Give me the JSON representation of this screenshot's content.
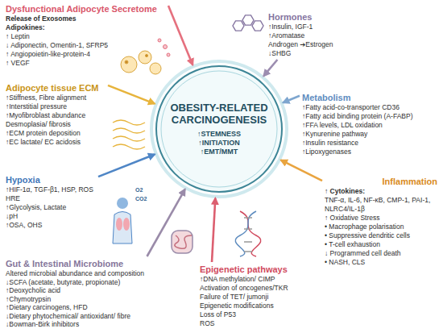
{
  "diagram": {
    "nodes": [
      {
        "text": [
          "Dysfunctional Adipocyte Secretome",
          "Release of Exosomes",
          "Adipokines:",
          "↑ Leptin",
          "↓ Adiponectin, Omentin-1, SFRP5",
          "↑ Angiopoietin-like-protein-4",
          "↑ VEGF"
        ]
      },
      {
        "text": [
          "Hormones",
          "↑Insulin, IGF-1",
          "↑Aromatase",
          "Androgen ➔Estrogen",
          "↓SHBG"
        ]
      },
      {
        "text": [
          "Adipocyte tissue ECM",
          "↑Stiffness, Fibre alignment",
          "↑Interstitial pressure",
          "↑Myofibroblast abundance Desmoplasia/ fibrosis",
          "↑ECM protein deposition",
          "↑EC lactate/ EC acidosis"
        ]
      },
      {
        "text": [
          "OBESITY-RELATED CARCINOGENESIS",
          "↑STEMNESS",
          "↑INITIATION",
          "↑EMT/MMT"
        ]
      },
      {
        "text": [
          "Metabolism",
          "↑Fatty acid-co-transporter CD36",
          "↑Fatty acid binding protein (A-FABP)",
          "↑FFA levels, LDL oxidation",
          "↑Kynurenine pathway",
          "↑Insulin resistance",
          "↑Lipoxygenases"
        ]
      },
      {
        "text": [
          "Hypoxia",
          "↑HIF-1α, TGF-β1, HSP, ROS",
          "HRE",
          "↑Glycolysis, Lactate",
          "↓pH",
          "↑OSA, OHS"
        ]
      },
      {
        "text": [
          "Inflammation",
          "↑ Cytokines:",
          "TNF-α, IL-6, NF-κB, CMP-1, PAI-1, NLRC4/IL-1β",
          "↑ Oxidative Stress",
          "• Macrophage polarisation",
          "• Suppressive dendritic cells",
          "• T-cell exhaustion",
          "↓ Programmed cell death",
          "• NASH, CLS"
        ]
      },
      {
        "text": [
          "Gut & Intestinal Microbiome",
          "Altered microbial abundance and composition",
          "↓SCFA (acetate, butyrate, propionate)",
          "↑Deoxycholic acid",
          "↑Chymotrypsin",
          "↑Dietary carcinogens, HFD",
          "↓Dietary phytochemical/ antioxidant/ fibre",
          "↓Bowman-Birk inhibitors"
        ]
      },
      {
        "text": [
          "Epigenetic pathways",
          "↑DNA methylation/ CIMP",
          "Activation of oncogenes/TKR",
          "Failure of TET/ jumonji",
          "Epigenetic modifications",
          "Loss of P53",
          "ROS"
        ]
      }
    ],
    "edges": [
      {
        "from": 0,
        "to": 3,
        "arrow": "to"
      },
      {
        "from": 1,
        "to": 3,
        "arrow": "to"
      },
      {
        "from": 2,
        "to": 3,
        "arrow": "to"
      },
      {
        "from": 4,
        "to": 3,
        "arrow": "to"
      },
      {
        "from": 5,
        "to": 3,
        "arrow": "to"
      },
      {
        "from": 6,
        "to": 3,
        "arrow": "to"
      },
      {
        "from": 7,
        "to": 3,
        "arrow": "to"
      },
      {
        "from": 8,
        "to": 3,
        "arrow": "to"
      }
    ],
    "labels": [
      "O2",
      "CO2"
    ]
  }
}
